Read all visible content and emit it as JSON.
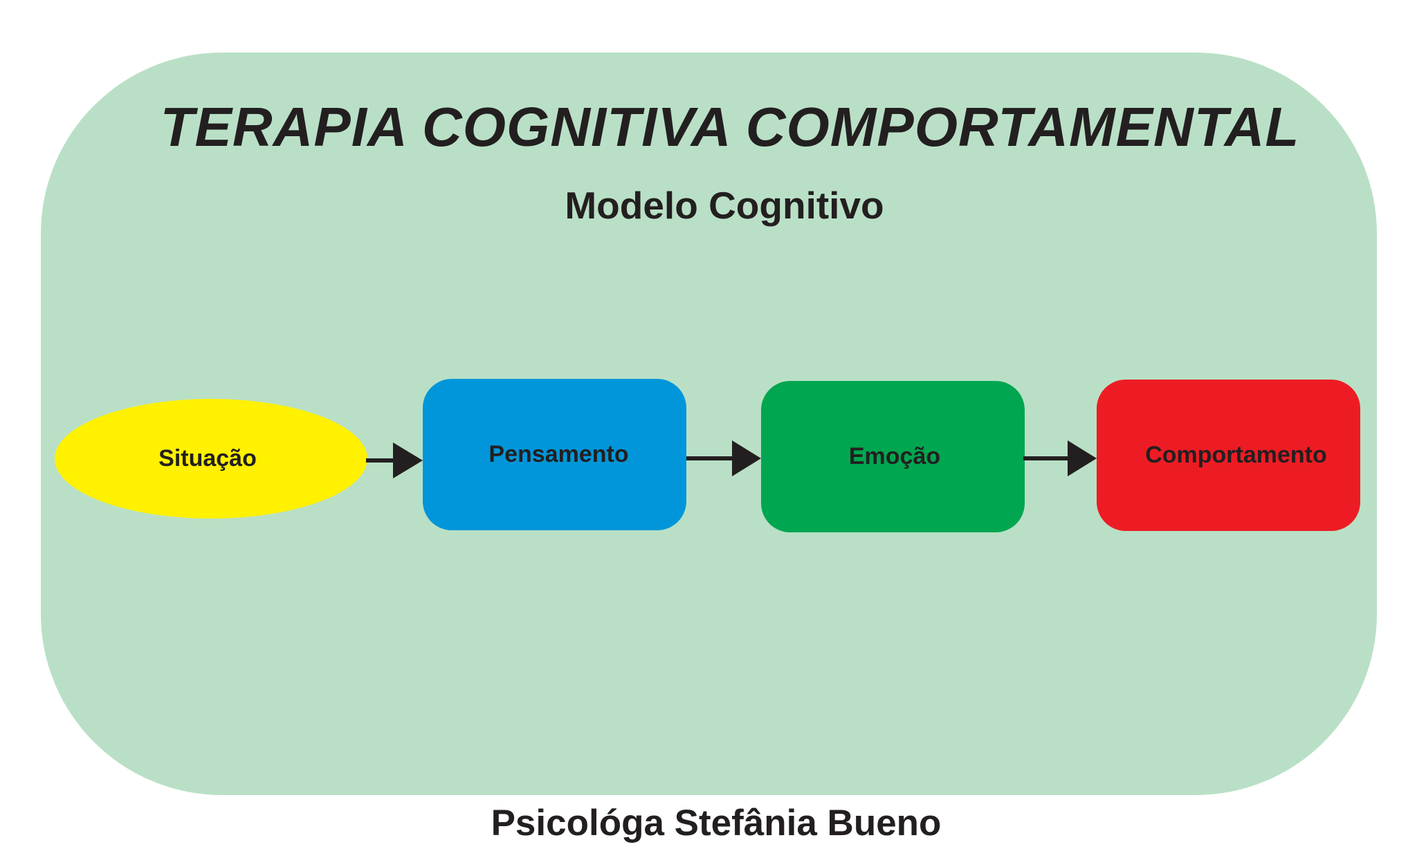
{
  "title": "TERAPIA COGNITIVA COMPORTAMENTAL",
  "subtitle": "Modelo Cognitivo",
  "nodes": [
    {
      "label": "Situação",
      "shape": "ellipse",
      "color": "#fff100"
    },
    {
      "label": "Pensamento",
      "shape": "rounded-rect",
      "color": "#0096d9"
    },
    {
      "label": "Emoção",
      "shape": "rounded-rect",
      "color": "#00a650"
    },
    {
      "label": "Comportamento",
      "shape": "rounded-rect",
      "color": "#ed1c24"
    }
  ],
  "edges": [
    {
      "from": "Situação",
      "to": "Pensamento"
    },
    {
      "from": "Pensamento",
      "to": "Emoção"
    },
    {
      "from": "Emoção",
      "to": "Comportamento"
    }
  ],
  "footer": "Psicológa Stefânia Bueno",
  "colors": {
    "panel": "#b9e0c6",
    "text": "#231f20"
  }
}
